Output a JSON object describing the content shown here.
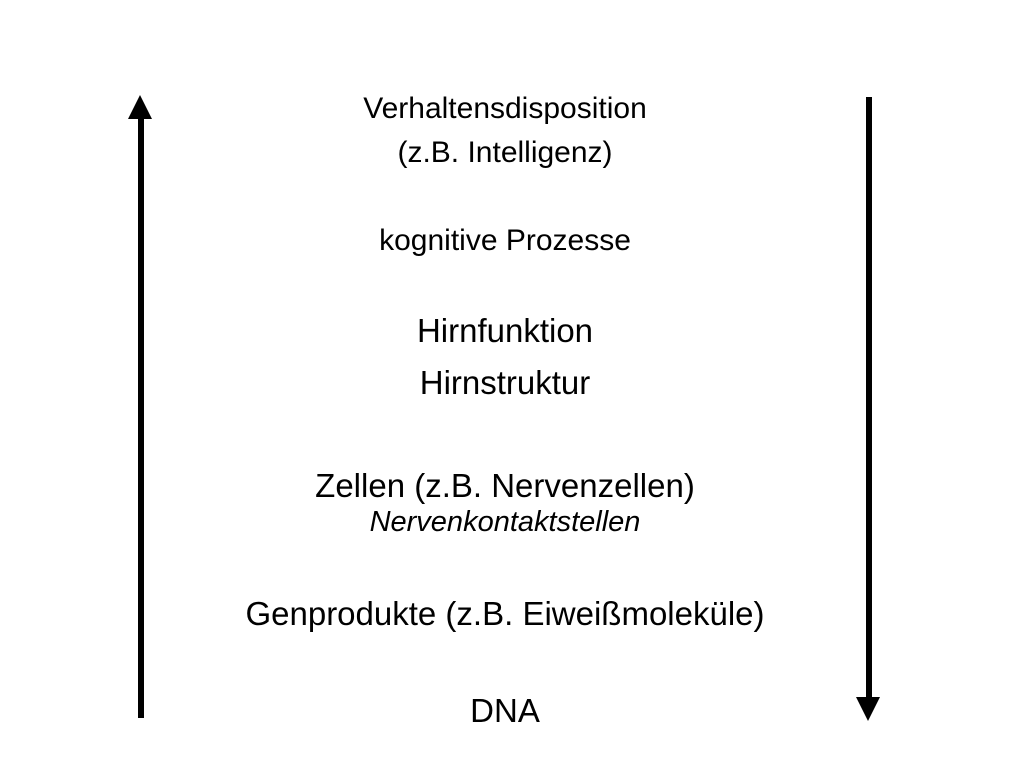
{
  "slide": {
    "background_color": "#ffffff",
    "text_color": "#000000"
  },
  "diagram": {
    "levels": [
      {
        "label": "Verhaltensdisposition"
      },
      {
        "label": "(z.B. Intelligenz)"
      },
      {
        "label": "kognitive Prozesse"
      },
      {
        "label": "Hirnfunktion"
      },
      {
        "label": "Hirnstruktur"
      },
      {
        "label": "Zellen (z.B. Nervenzellen)"
      },
      {
        "label": "Nervenkontaktstellen",
        "emphasis": "italic"
      },
      {
        "label": "Genprodukte (z.B. Eiweißmoleküle)"
      },
      {
        "label": "DNA"
      }
    ],
    "arrows": {
      "left": {
        "direction": "up",
        "color": "#000000"
      },
      "right": {
        "direction": "down",
        "color": "#000000"
      }
    }
  }
}
